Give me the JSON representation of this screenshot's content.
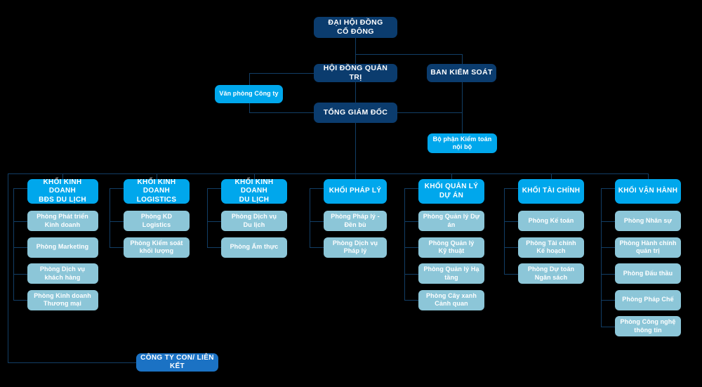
{
  "theme": {
    "background": "#000000",
    "navy": "#0b3c6e",
    "cyan": "#00a7ec",
    "blue": "#1b72c4",
    "pale": "#8cc6d8",
    "line": "#123e66",
    "text": "#ffffff"
  },
  "top": {
    "shareholders_meeting": "ĐẠI HỘI ĐỒNG\nCỔ ĐÔNG",
    "board_of_directors": "HỘI ĐỒNG QUẢN TRỊ",
    "supervisory_board": "BAN KIỂM SOÁT",
    "company_office": "Văn phòng Công ty",
    "general_director": "TỔNG GIÁM ĐỐC",
    "internal_audit": "Bộ phận Kiểm toán\nnội bộ"
  },
  "bottom": {
    "subsidiaries": "CÔNG TY CON/ LIÊN KẾT"
  },
  "divisions": [
    {
      "title": "KHỐI KINH DOANH\nBĐS DU LỊCH",
      "departments": [
        "Phòng Phát triển\nKinh doanh",
        "Phòng Marketing",
        "Phòng Dịch vụ\nkhách hàng",
        "Phòng Kinh doanh\nThương mại"
      ]
    },
    {
      "title": "KHỐI KINH DOANH\nLOGISTICS",
      "departments": [
        "Phòng KD Logistics",
        "Phòng Kiểm soát\nkhối lượng"
      ]
    },
    {
      "title": "KHỐI KINH DOANH\nDU LỊCH",
      "departments": [
        "Phòng Dịch vụ\nDu lịch",
        "Phòng Ẩm thực"
      ]
    },
    {
      "title": "KHỐI PHÁP LÝ",
      "departments": [
        "Phòng Pháp lý -\nĐền bù",
        "Phòng Dịch vụ\nPháp lý"
      ]
    },
    {
      "title": "KHỐI QUẢN LÝ\nDỰ ÁN",
      "departments": [
        "Phòng Quản lý Dự án",
        "Phòng Quản lý\nKỹ thuật",
        "Phòng Quản lý Hạ tầng",
        "Phòng Cây xanh\nCảnh quan"
      ]
    },
    {
      "title": "KHỐI TÀI CHÍNH",
      "departments": [
        "Phòng Kế toán",
        "Phòng Tài chính\nKế hoạch",
        "Phòng Dự toán\nNgân sách"
      ]
    },
    {
      "title": "KHỐI VẬN HÀNH",
      "departments": [
        "Phòng Nhân sự",
        "Phòng Hành chính\nquản trị",
        "Phòng Đấu thầu",
        "Phòng Pháp Chế",
        "Phòng Công nghệ\nthông tin"
      ]
    }
  ]
}
